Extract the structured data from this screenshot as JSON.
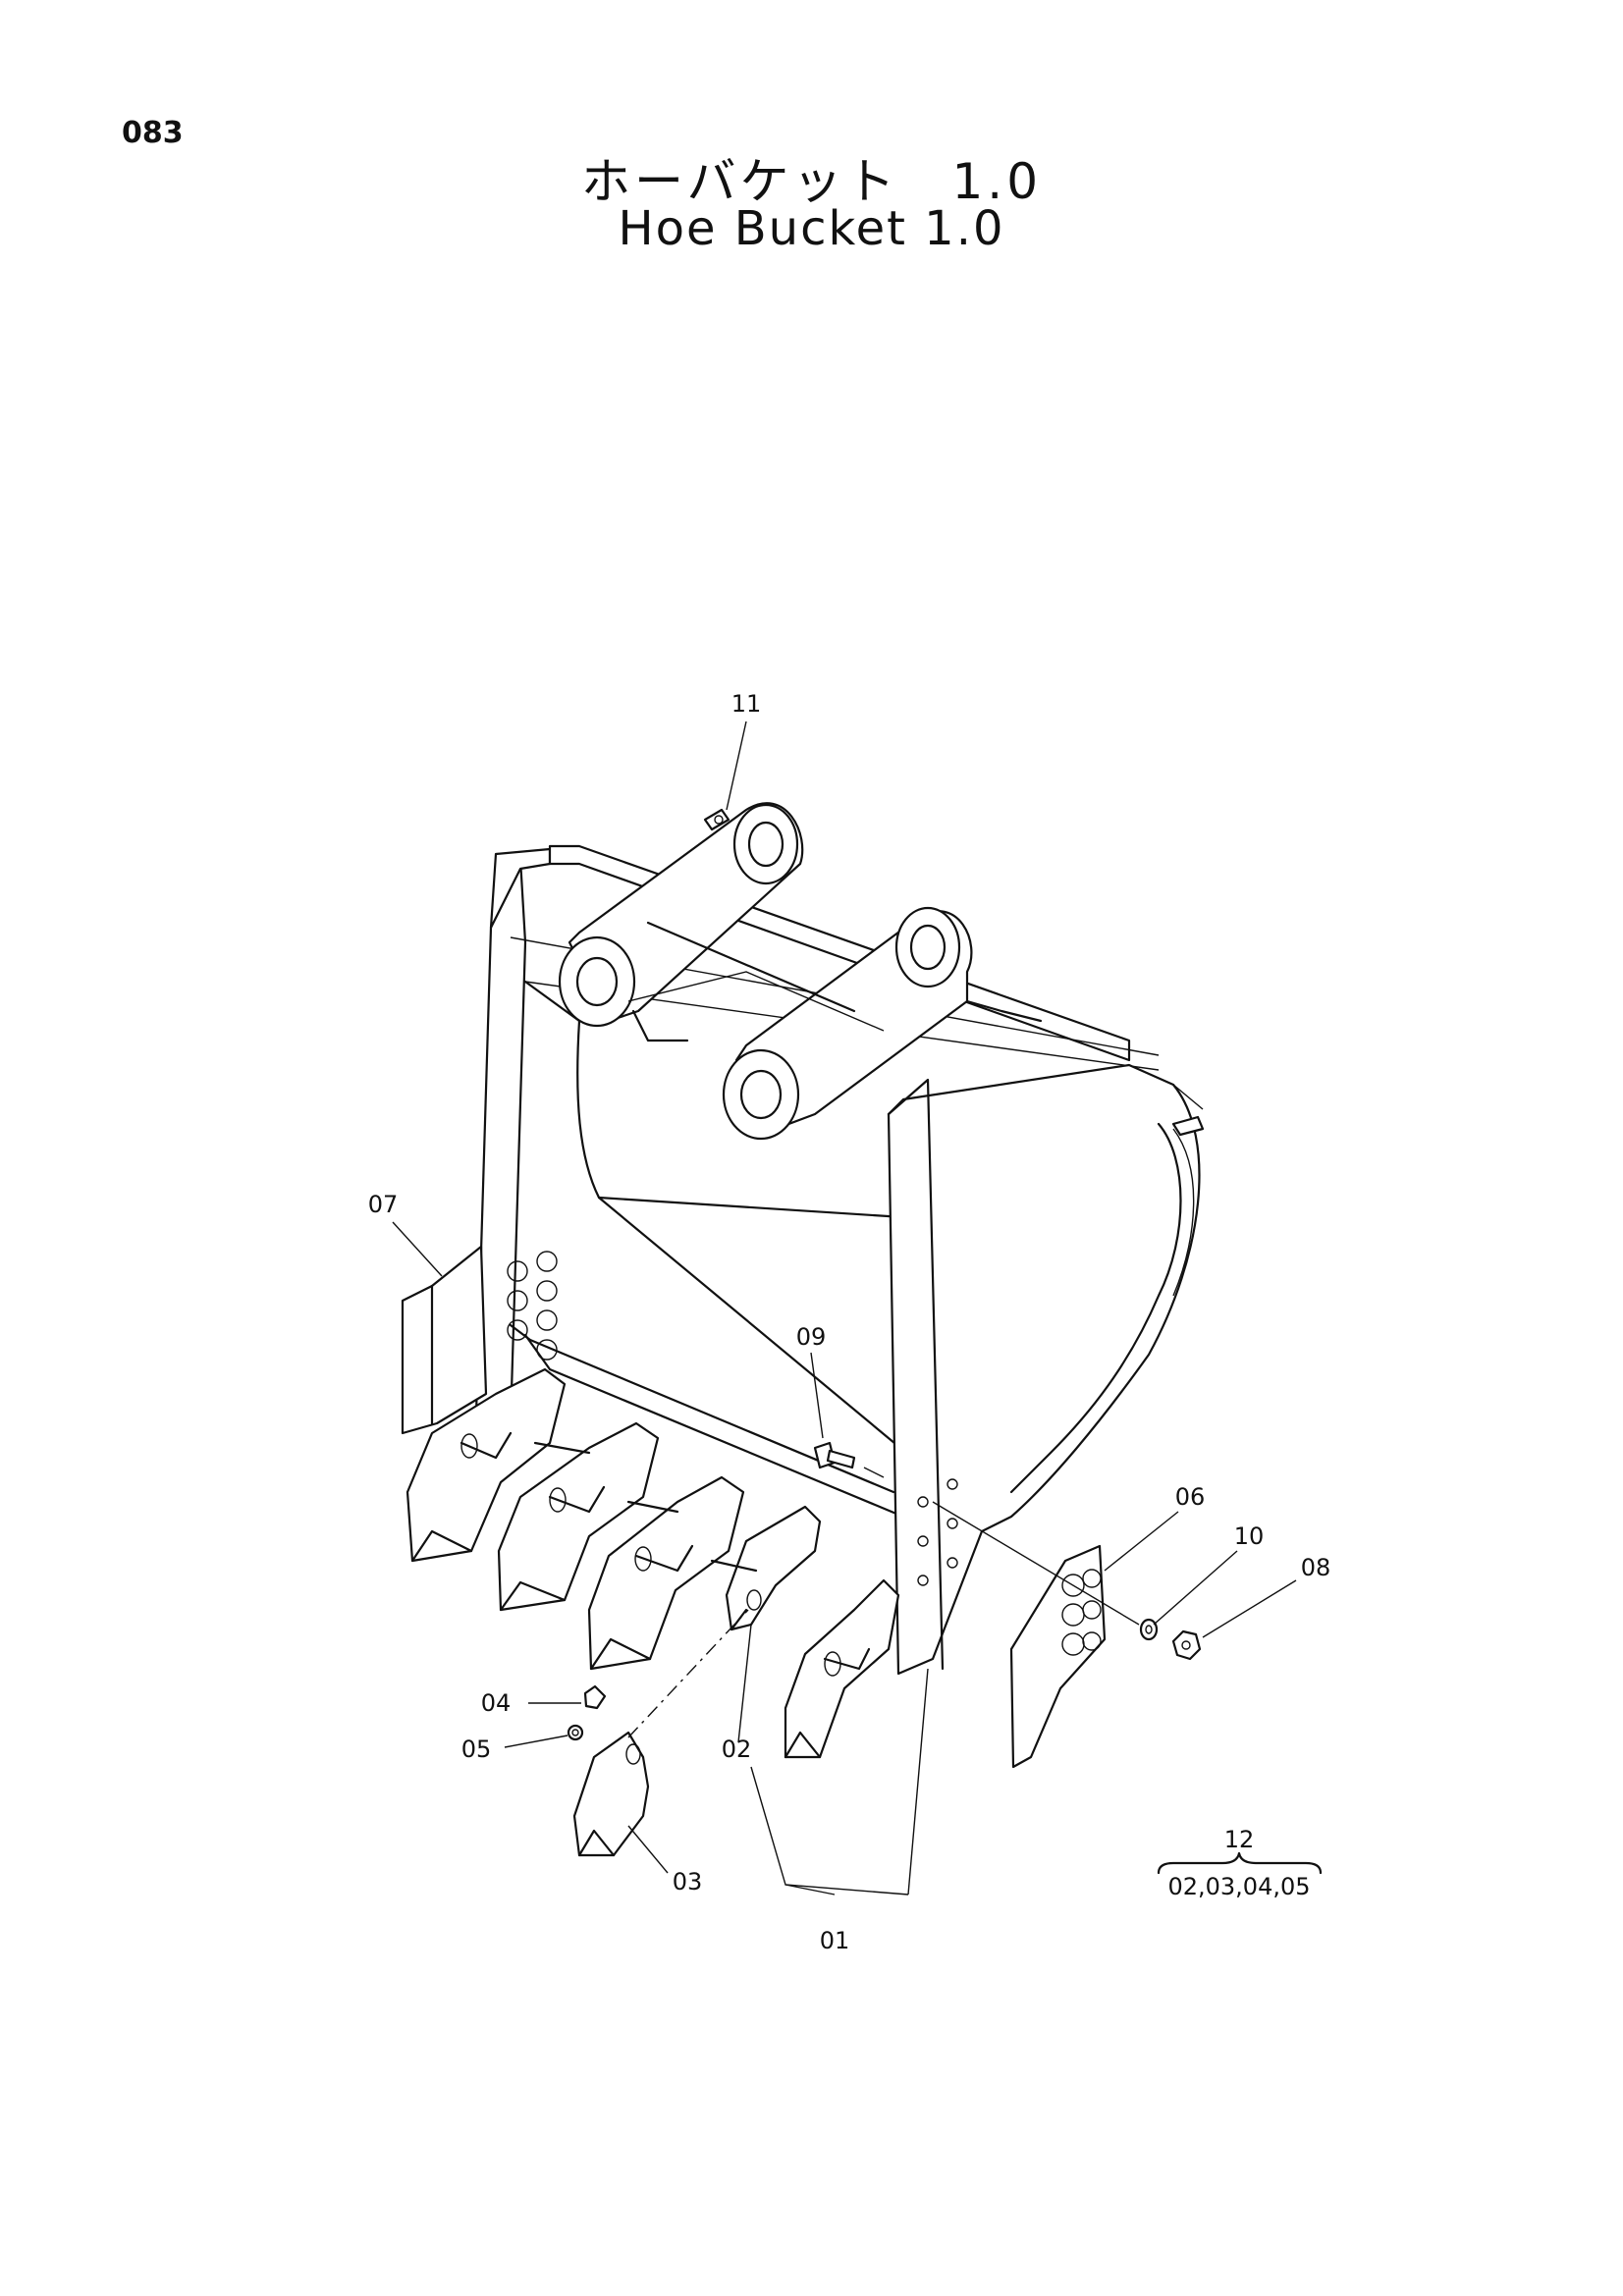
{
  "page_number": "083",
  "title_jp": "ホーバケット　1.0",
  "title_en": "Hoe Bucket 1.0",
  "callouts": {
    "c01": "01",
    "c02": "02",
    "c03": "03",
    "c04": "04",
    "c05": "05",
    "c06": "06",
    "c07": "07",
    "c08": "08",
    "c09": "09",
    "c10": "10",
    "c11": "11",
    "c12": "12"
  },
  "kit_contents": "02,03,04,05"
}
